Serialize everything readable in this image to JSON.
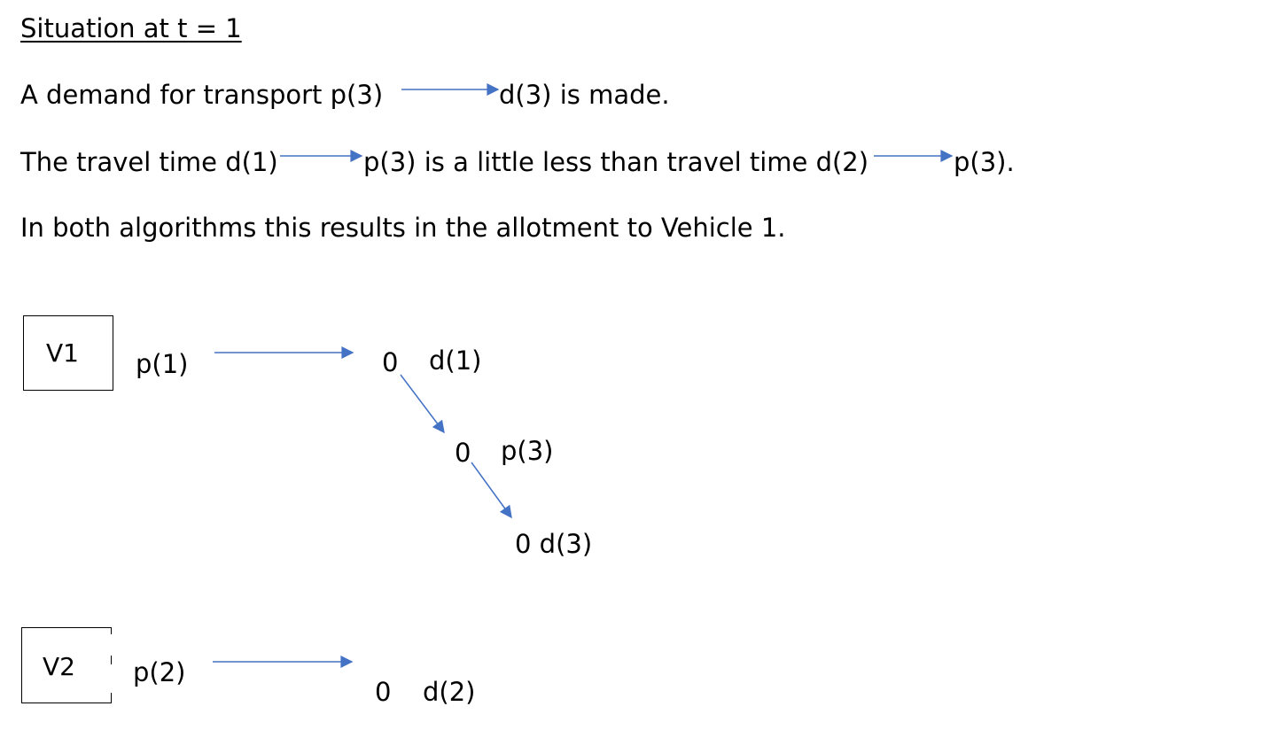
{
  "header": {
    "title": "Situation at t = 1"
  },
  "sentences": {
    "demand_a": "A demand for transport p(3)",
    "demand_b": "d(3) is made.",
    "travel_a": "The travel time d(1)",
    "travel_b": "p(3) is a little less than travel time d(2)",
    "travel_c": "p(3).",
    "result": "In both algorithms this results in the allotment to Vehicle 1."
  },
  "vehicles": {
    "v1": {
      "label": "V1",
      "pickup_1": "p(1)",
      "node_d1_marker": "0",
      "node_d1_label": "d(1)",
      "node_p3_marker": "0",
      "node_p3_label": "p(3)",
      "node_d3": "0 d(3)"
    },
    "v2": {
      "label": "V2",
      "pickup_2": "p(2)",
      "node_d2_marker": "0",
      "node_d2_label": "d(2)"
    }
  },
  "colors": {
    "arrow": "#4472C4",
    "text": "#000000",
    "box_border": "#000000"
  }
}
